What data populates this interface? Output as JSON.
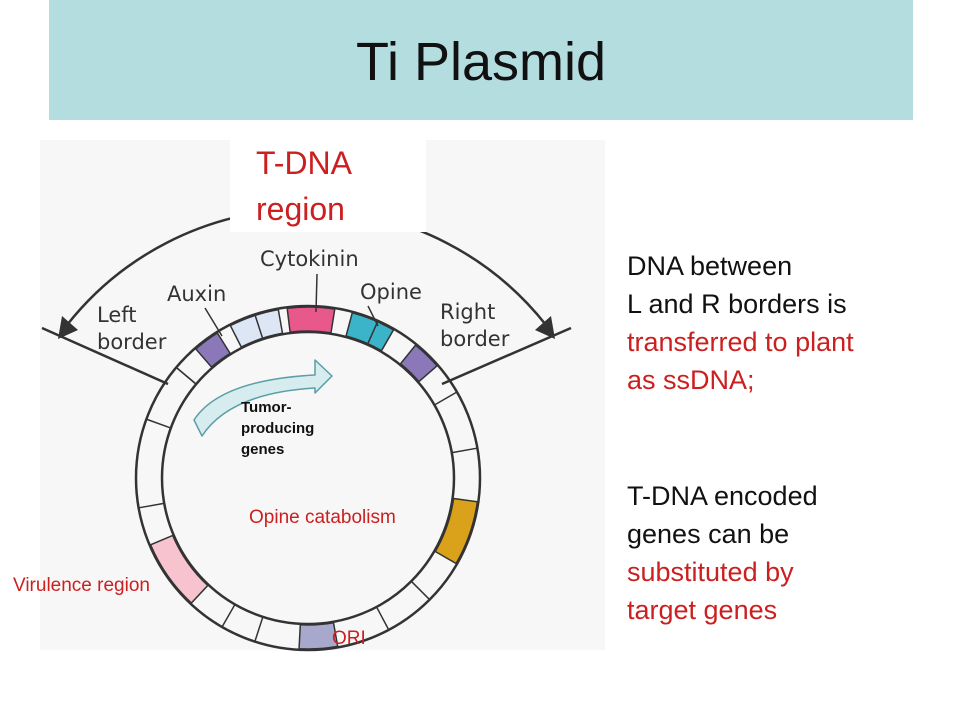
{
  "title": "Ti Plasmid",
  "tdna_region": {
    "line1": "T-DNA",
    "line2": "region"
  },
  "plasmid_labels": {
    "cytokinin": "Cytokinin",
    "auxin": "Auxin",
    "opine": "Opine",
    "left_border_1": "Left",
    "left_border_2": "border",
    "right_border_1": "Right",
    "right_border_2": "border",
    "tumor_1": "Tumor-",
    "tumor_2": "producing",
    "tumor_3": "genes",
    "opine_catabolism": "Opine catabolism",
    "virulence_region": "Virulence region",
    "ori": "ORI"
  },
  "side_text": {
    "block1": {
      "line1": "DNA between",
      "line2": "L and R borders is",
      "line3": "transferred to plant",
      "line4": "as ssDNA;"
    },
    "block2": {
      "line1": "T-DNA encoded",
      "line2": "genes can be",
      "line3": "substituted by",
      "line4": "target genes"
    }
  },
  "colors": {
    "title_bar": "#b4dde0",
    "red_text": "#cc1f1f",
    "left_border_segment": "#8a78b8",
    "auxin_segment": "#dde6f5",
    "cytokinin_segment": "#e8588a",
    "opine_segment": "#3bb3c9",
    "right_border_segment": "#8a78b8",
    "opine_catabolism_segment": "#d9a21a",
    "ori_segment": "#a8a8cc",
    "virulence_segment": "#f6c3cf",
    "tumor_arrow": "#d6ecee"
  }
}
